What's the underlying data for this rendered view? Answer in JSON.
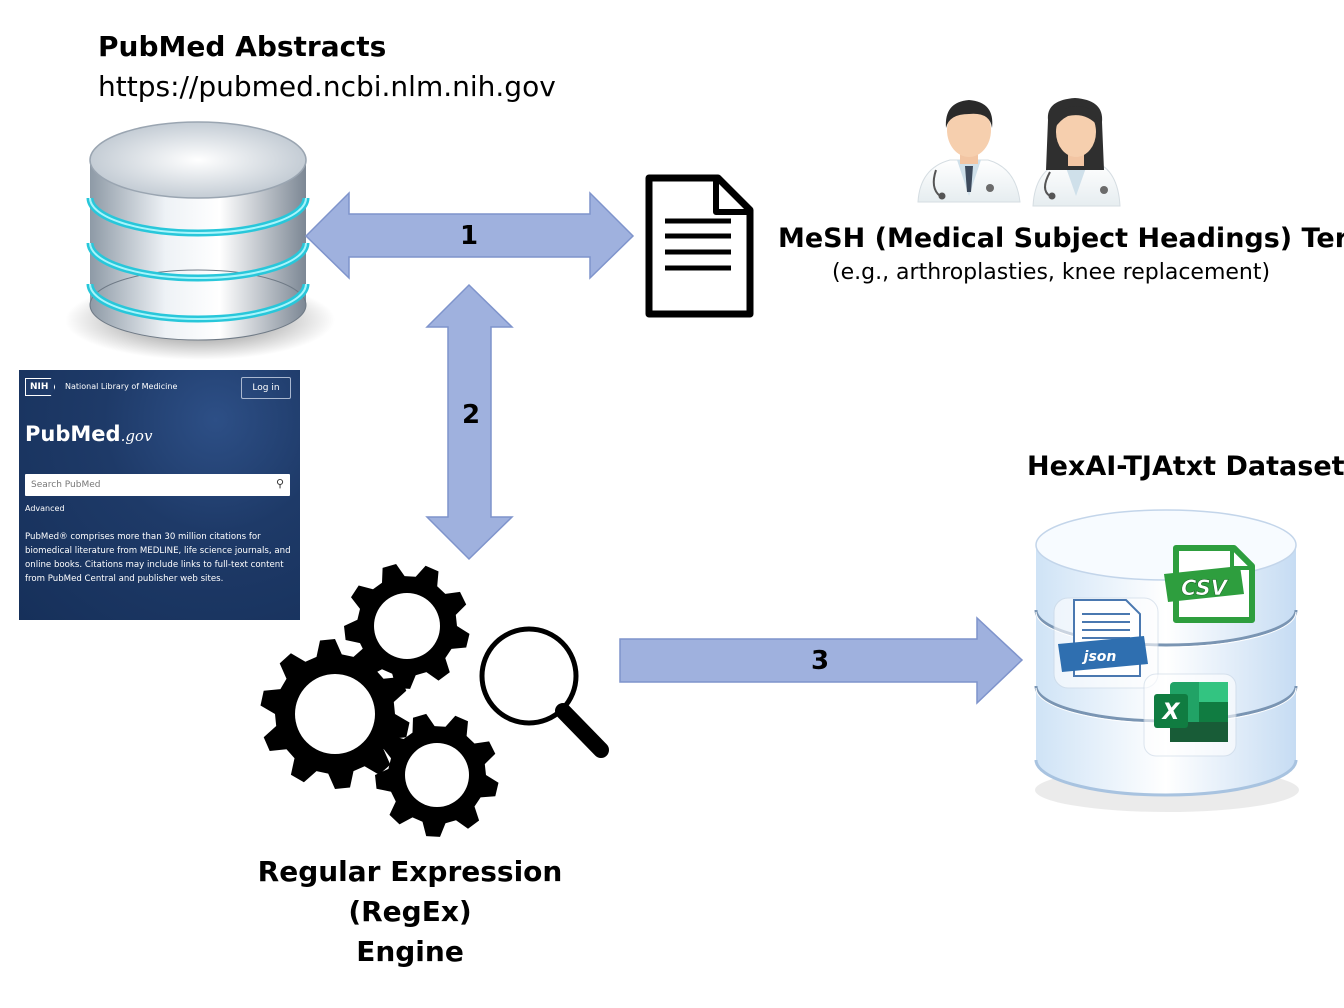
{
  "source": {
    "title": "PubMed Abstracts",
    "url": "https://pubmed.ncbi.nlm.nih.gov"
  },
  "pubmed_site": {
    "nih_badge": "NIH",
    "org_name": "National Library of Medicine",
    "login_label": "Log in",
    "logo_text_1": "Pub",
    "logo_text_2": "Med",
    "logo_suffix": ".gov",
    "search_placeholder": "Search PubMed",
    "advanced_link": "Advanced",
    "description": "PubMed® comprises more than 30 million citations for biomedical literature from MEDLINE, life science journals, and online books. Citations may include links to full-text content from PubMed Central and publisher web sites."
  },
  "mesh": {
    "title": "MeSH (Medical Subject Headings) Terms",
    "examples": "(e.g., arthroplasties, knee replacement)"
  },
  "engine": {
    "title_line1": "Regular Expression (RegEx)",
    "title_line2": "Engine"
  },
  "dataset": {
    "title": "HexAI-TJAtxt Dataset",
    "formats": [
      "json",
      "CSV",
      "X"
    ]
  },
  "steps": [
    "1",
    "2",
    "3"
  ],
  "colors": {
    "arrow_fill": "#9fb1de",
    "arrow_stroke": "#7f94cc",
    "db_glow": "#38d6e6",
    "pubmed_bg": "#1e3a68",
    "csv_green": "#2e9e3e",
    "excel_green": "#1e7a44"
  },
  "icons": [
    "database-icon",
    "document-icon",
    "doctor-male-icon",
    "doctor-female-icon",
    "gears-icon",
    "magnifier-icon",
    "json-file-icon",
    "csv-file-icon",
    "excel-file-icon"
  ]
}
